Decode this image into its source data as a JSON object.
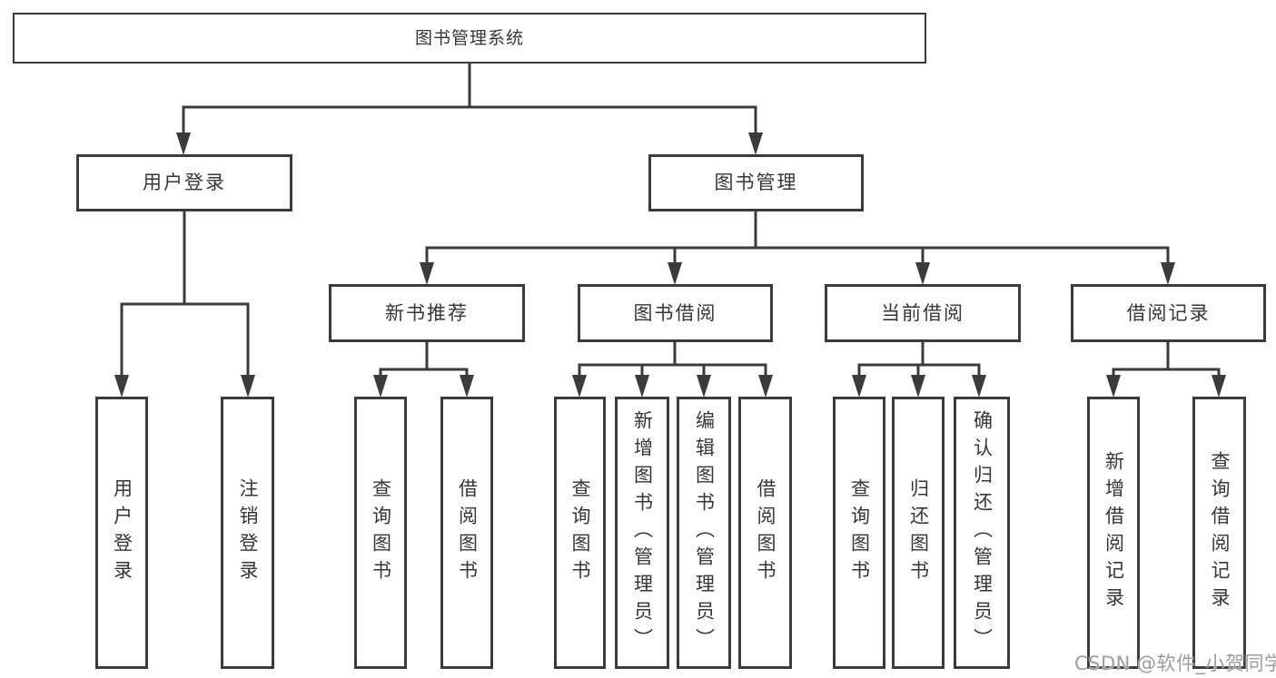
{
  "diagram": {
    "type": "hierarchy-tree",
    "line_color": "#3b3b3b",
    "box_background": "#ffffff",
    "text_color": "#363636"
  },
  "nodes": [
    {
      "id": "root",
      "label": "图书管理系统"
    },
    {
      "id": "user-login",
      "label": "用户登录"
    },
    {
      "id": "book-management",
      "label": "图书管理"
    },
    {
      "id": "new-book-recommend",
      "label": "新书推荐"
    },
    {
      "id": "book-borrowing",
      "label": "图书借阅"
    },
    {
      "id": "current-borrowing",
      "label": "当前借阅"
    },
    {
      "id": "borrowing-records",
      "label": "借阅记录"
    },
    {
      "id": "leaf-user-login",
      "label": "用户登录"
    },
    {
      "id": "leaf-logout",
      "label": "注销登录"
    },
    {
      "id": "leaf-query-books-recommend",
      "label": "查询图书"
    },
    {
      "id": "leaf-borrow-books-recommend",
      "label": "借阅图书"
    },
    {
      "id": "leaf-query-books-borrowing",
      "label": "查询图书"
    },
    {
      "id": "leaf-add-book-admin",
      "label": "新增图书（管理员）"
    },
    {
      "id": "leaf-edit-book-admin",
      "label": "编辑图书（管理员）"
    },
    {
      "id": "leaf-borrow-books-borrowing",
      "label": "借阅图书"
    },
    {
      "id": "leaf-query-books-current",
      "label": "查询图书"
    },
    {
      "id": "leaf-return-book",
      "label": "归还图书"
    },
    {
      "id": "leaf-confirm-return-admin",
      "label": "确认归还（管理员）"
    },
    {
      "id": "leaf-add-borrow-record",
      "label": "新增借阅记录"
    },
    {
      "id": "leaf-query-borrow-record",
      "label": "查询借阅记录"
    }
  ],
  "hierarchy": {
    "图书管理系统": [
      "用户登录",
      "图书管理"
    ],
    "用户登录": [
      "用户登录",
      "注销登录"
    ],
    "图书管理": [
      "新书推荐",
      "图书借阅",
      "当前借阅",
      "借阅记录"
    ],
    "新书推荐": [
      "查询图书",
      "借阅图书"
    ],
    "图书借阅": [
      "查询图书",
      "新增图书（管理员）",
      "编辑图书（管理员）",
      "借阅图书"
    ],
    "当前借阅": [
      "查询图书",
      "归还图书",
      "确认归还（管理员）"
    ],
    "借阅记录": [
      "新增借阅记录",
      "查询借阅记录"
    ]
  },
  "watermark": {
    "text": "CSDN @软件_小贺同学",
    "color": "#9d9d9d"
  }
}
